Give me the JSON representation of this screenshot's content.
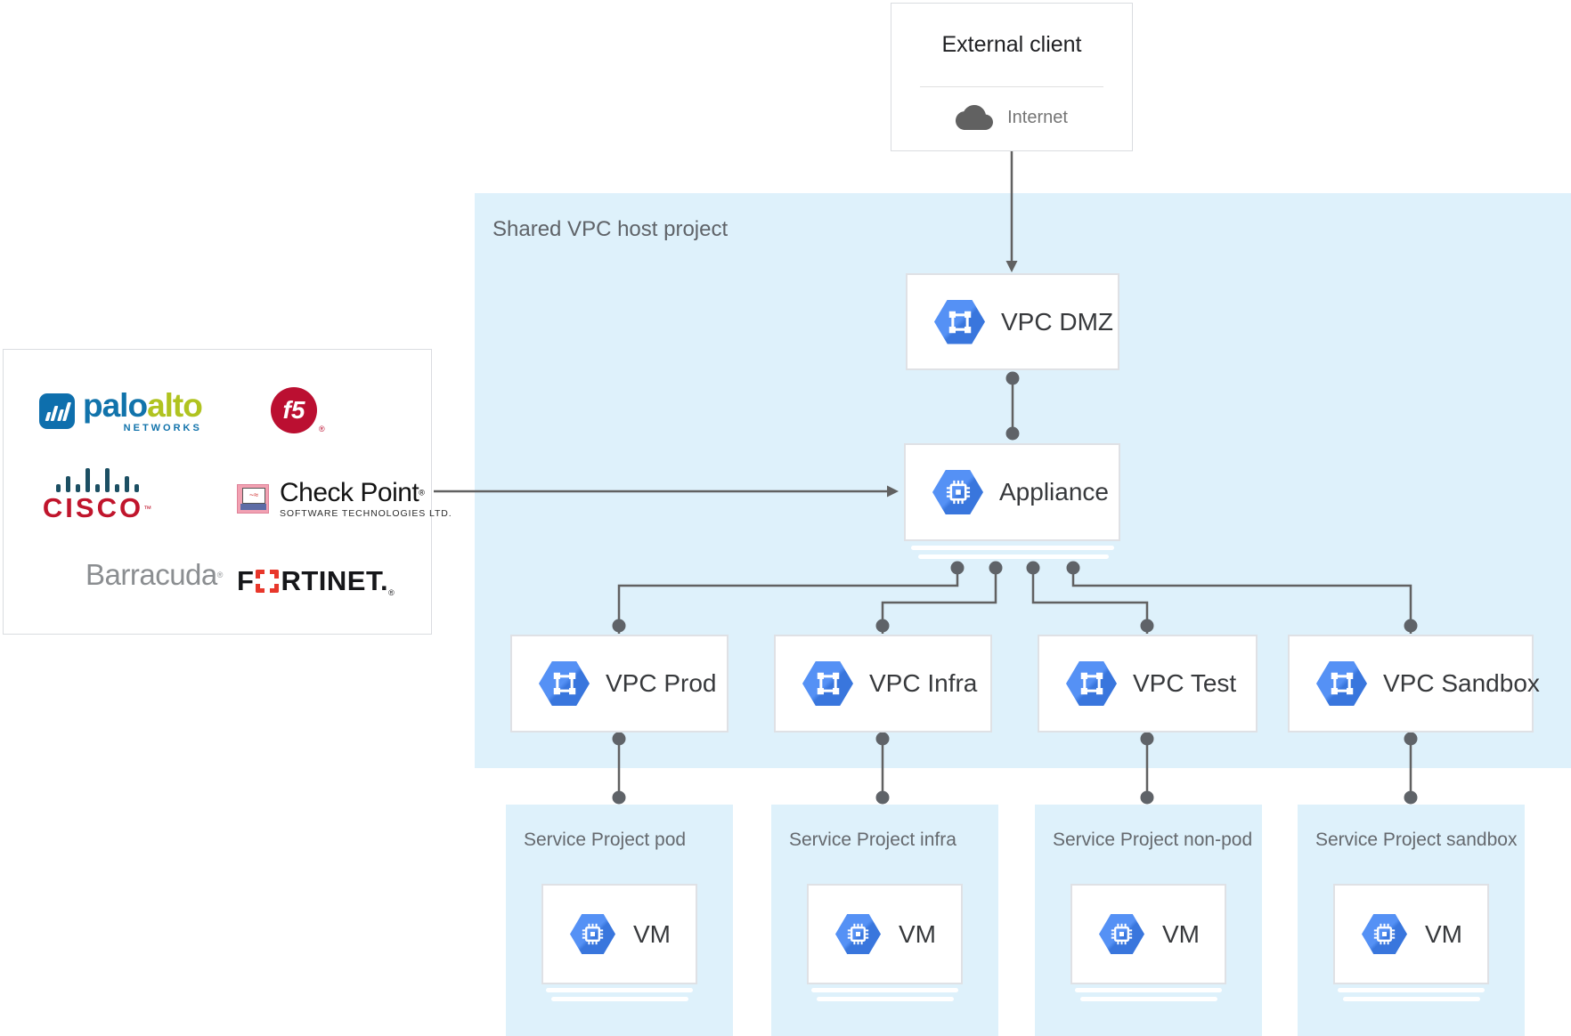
{
  "external_client": {
    "title": "External client",
    "endpoint_label": "Internet"
  },
  "shared_vpc_region": {
    "label": "Shared VPC host project"
  },
  "nodes": {
    "dmz": {
      "label": "VPC DMZ",
      "icon": "vpc-hexagon-icon"
    },
    "appliance": {
      "label": "Appliance",
      "icon": "chip-hexagon-icon"
    },
    "prod": {
      "label": "VPC Prod",
      "icon": "vpc-hexagon-icon"
    },
    "infra": {
      "label": "VPC Infra",
      "icon": "vpc-hexagon-icon"
    },
    "test": {
      "label": "VPC Test",
      "icon": "vpc-hexagon-icon"
    },
    "sandbox": {
      "label": "VPC Sandbox",
      "icon": "vpc-hexagon-icon"
    }
  },
  "service_projects": [
    {
      "label": "Service Project pod",
      "vm_label": "VM"
    },
    {
      "label": "Service Project infra",
      "vm_label": "VM"
    },
    {
      "label": "Service Project non-pod",
      "vm_label": "VM"
    },
    {
      "label": "Service Project sandbox",
      "vm_label": "VM"
    }
  ],
  "vendors": {
    "paloalto": {
      "name": "Palo Alto Networks",
      "wordmark_primary": "palo",
      "wordmark_secondary": "alto",
      "subtext": "NETWORKS"
    },
    "f5": {
      "name": "F5",
      "wordmark": "f5",
      "registered": "®"
    },
    "cisco": {
      "name": "Cisco",
      "wordmark": "CISCO",
      "trademark": "™"
    },
    "checkpoint": {
      "name": "Check Point",
      "wordmark": "Check Point",
      "registered": "®",
      "subtext": "SOFTWARE TECHNOLOGIES LTD."
    },
    "barracuda": {
      "name": "Barracuda",
      "wordmark": "Barracuda",
      "registered": "®"
    },
    "fortinet": {
      "name": "Fortinet",
      "prefix": "F",
      "o_glyph": "O",
      "suffix": "RTINET.",
      "registered": "®"
    }
  },
  "colors": {
    "region_blue": "#def1fb",
    "node_border": "#dfe1e5",
    "connector_gray": "#616161",
    "hexagon_blue": "#4285f4",
    "label_dark": "#37393c",
    "label_gray": "#5f6368"
  }
}
